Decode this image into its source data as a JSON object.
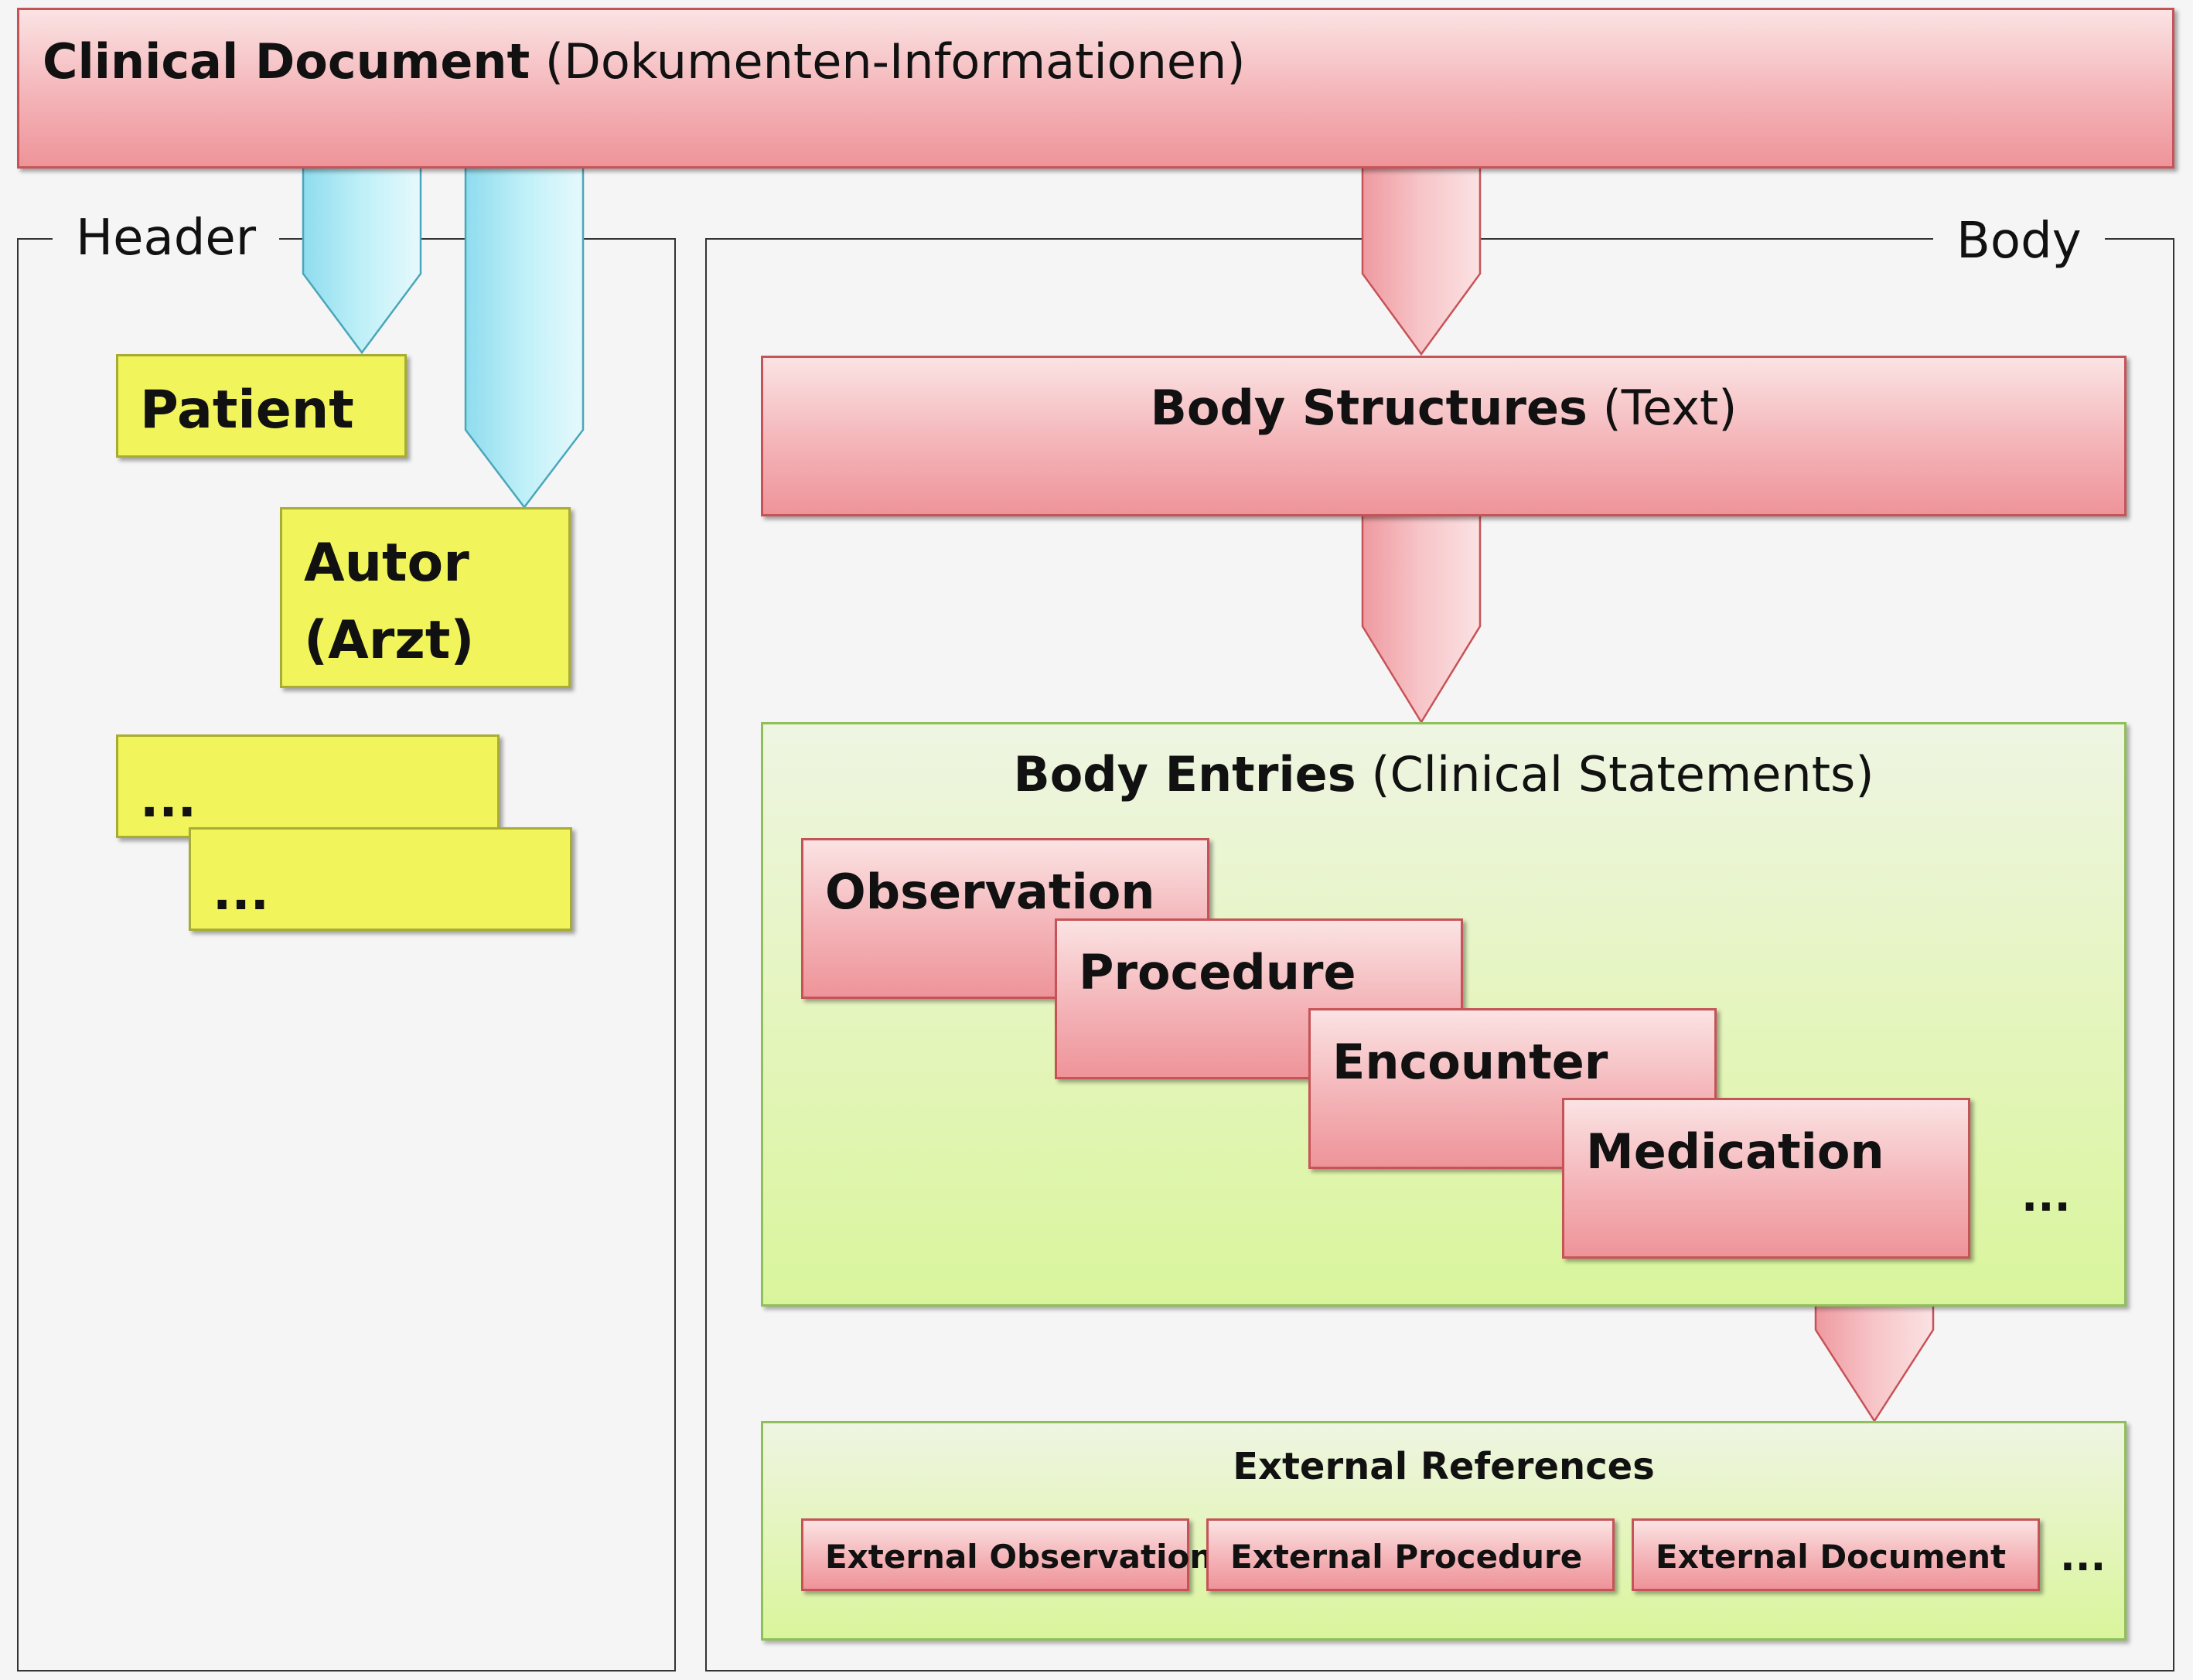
{
  "clinical_document": {
    "title_bold": "Clinical Document",
    "title_rest": " (Dokumenten-Informationen)"
  },
  "header": {
    "label": "Header",
    "patient": "Patient",
    "autor_line1": "Autor",
    "autor_line2": "(Arzt)",
    "more1": "...",
    "more2": "..."
  },
  "body": {
    "label": "Body",
    "structures_bold": "Body Structures",
    "structures_rest": " (Text)",
    "entries_bold": "Body Entries",
    "entries_rest": " (Clinical Statements)",
    "entries": [
      "Observation",
      "Procedure",
      "Encounter",
      "Medication"
    ],
    "entries_more": "...",
    "external_title": "External References",
    "external_items": [
      "External Observation",
      "External Procedure",
      "External Document"
    ],
    "external_more": "..."
  },
  "colors": {
    "pink_fill": "#f4b4b8",
    "pink_border": "#c65358",
    "yellow_fill": "#f1f55b",
    "green_fill": "#e5f5be",
    "blue_arrow": "#aee8f3"
  }
}
